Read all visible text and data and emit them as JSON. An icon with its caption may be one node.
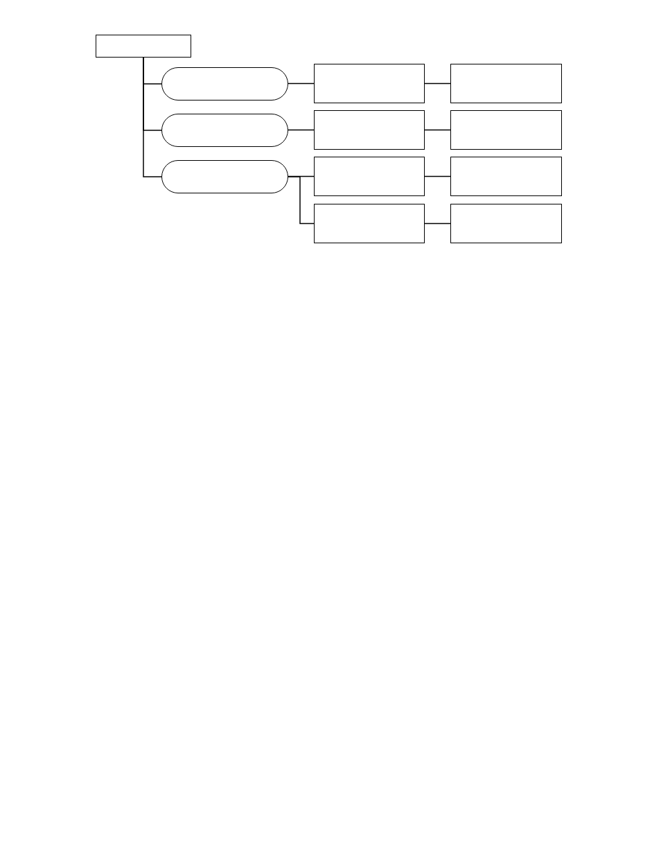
{
  "diagram": {
    "nodes": [
      {
        "text": [],
        "shape": "box"
      },
      {
        "text": [],
        "shape": "oval"
      },
      {
        "text": [],
        "shape": "oval"
      },
      {
        "text": [],
        "shape": "oval"
      },
      {
        "text": [],
        "shape": "box"
      },
      {
        "text": [],
        "shape": "box"
      },
      {
        "text": [],
        "shape": "box"
      },
      {
        "text": [],
        "shape": "box"
      },
      {
        "text": [],
        "shape": "box"
      },
      {
        "text": [],
        "shape": "box"
      },
      {
        "text": [],
        "shape": "box"
      },
      {
        "text": [],
        "shape": "box"
      }
    ],
    "edges": [
      {
        "from": 0,
        "to": 1,
        "arrow": "none"
      },
      {
        "from": 0,
        "to": 2,
        "arrow": "none"
      },
      {
        "from": 0,
        "to": 3,
        "arrow": "none"
      },
      {
        "from": 1,
        "to": 4,
        "arrow": "none"
      },
      {
        "from": 4,
        "to": 5,
        "arrow": "none"
      },
      {
        "from": 2,
        "to": 6,
        "arrow": "none"
      },
      {
        "from": 6,
        "to": 7,
        "arrow": "none"
      },
      {
        "from": 3,
        "to": 8,
        "arrow": "none"
      },
      {
        "from": 3,
        "to": 10,
        "arrow": "none"
      },
      {
        "from": 8,
        "to": 9,
        "arrow": "none"
      },
      {
        "from": 10,
        "to": 11,
        "arrow": "none"
      }
    ]
  }
}
